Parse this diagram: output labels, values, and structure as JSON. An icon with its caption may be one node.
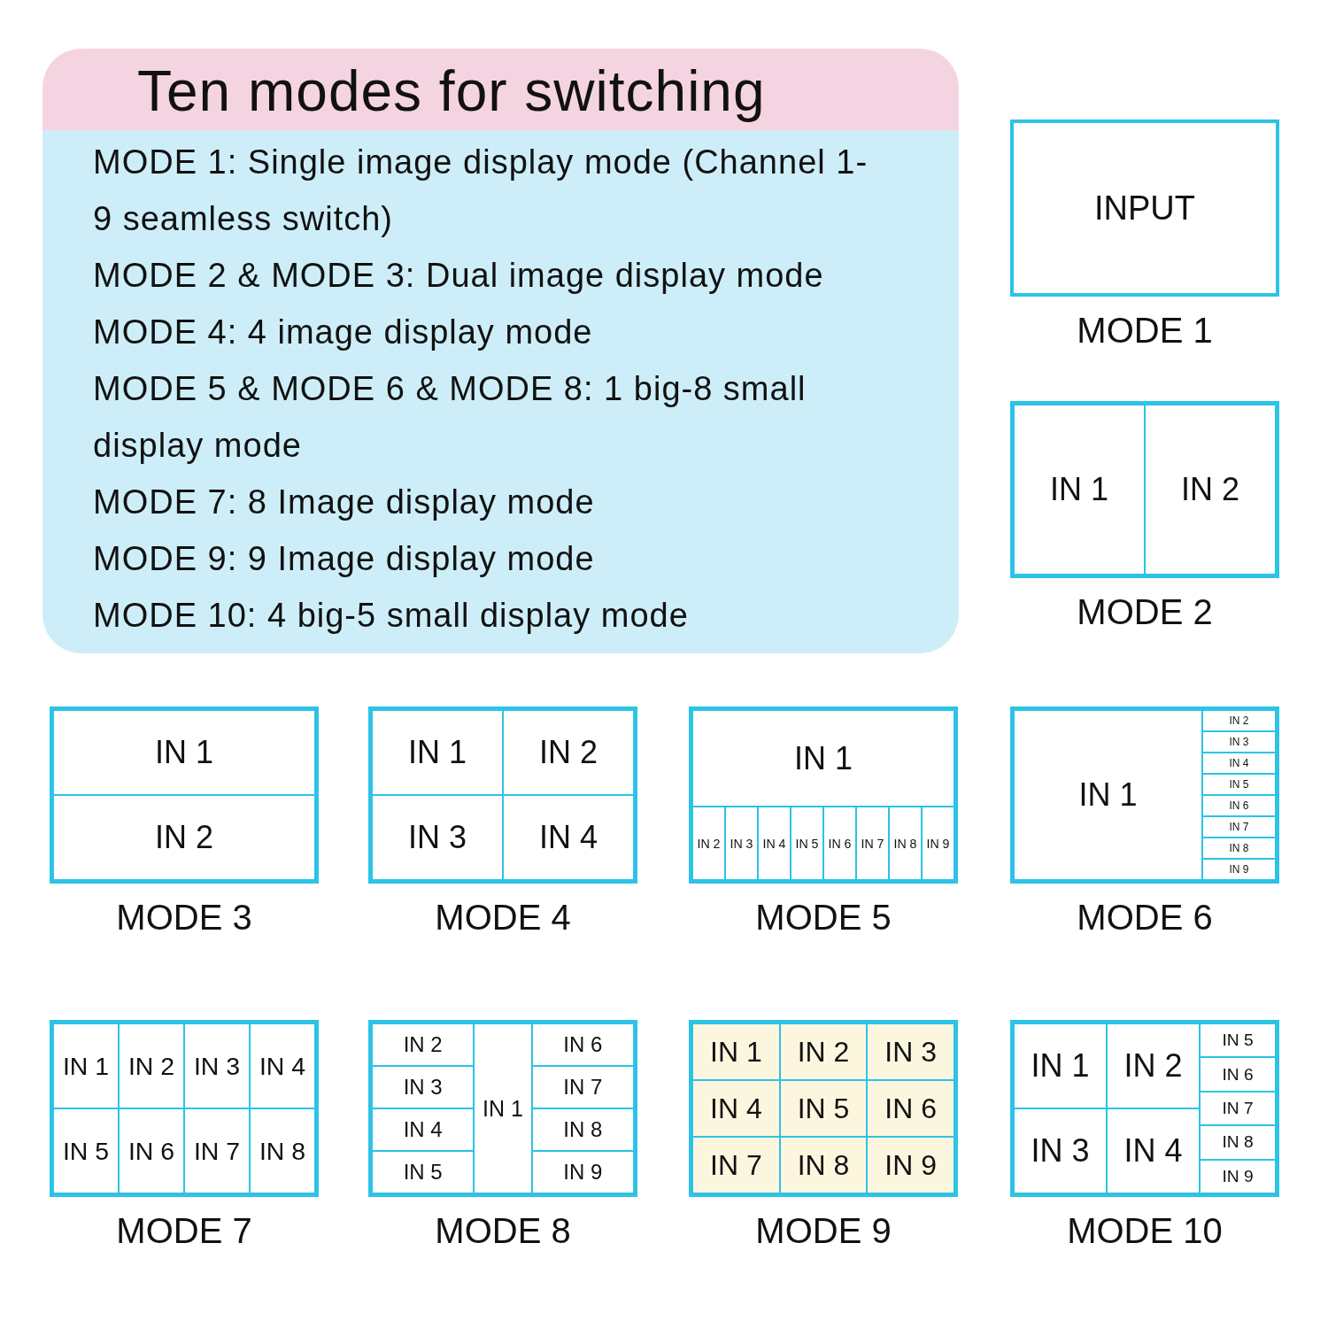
{
  "diagram": {
    "title": "Ten modes for switching",
    "nodes": [
      {
        "text": [
          "MODE 1: Single image display mode (Channel 1-9 seamless switch)",
          "MODE 2 & MODE 3: Dual image display mode",
          "MODE 4: 4 image display mode",
          "MODE 5 & MODE 6 & MODE 8: 1 big-8 small display mode",
          "MODE 7: 8 Image display mode",
          "MODE 9: 9 Image display mode",
          "MODE 10: 4 big-5 small display mode"
        ]
      },
      {
        "text": [
          "INPUT"
        ],
        "beside": [
          "MODE 1"
        ]
      },
      {
        "text": [],
        "shape": "box",
        "beside": [
          "MODE 2"
        ]
      },
      {
        "text": [
          "IN 1"
        ],
        "in": 2
      },
      {
        "text": [
          "IN 2"
        ],
        "in": 2
      },
      {
        "text": [],
        "shape": "box",
        "beside": [
          "MODE 3"
        ]
      },
      {
        "text": [
          "IN 1"
        ],
        "in": 5
      },
      {
        "text": [
          "IN 2"
        ],
        "in": 5
      },
      {
        "text": [],
        "shape": "box",
        "beside": [
          "MODE 4"
        ]
      },
      {
        "text": [
          "IN 1"
        ],
        "in": 8
      },
      {
        "text": [
          "IN 2"
        ],
        "in": 8
      },
      {
        "text": [
          "IN 3"
        ],
        "in": 8
      },
      {
        "text": [
          "IN 4"
        ],
        "in": 8
      },
      {
        "text": [],
        "shape": "box",
        "beside": [
          "MODE 5"
        ]
      },
      {
        "text": [
          "IN 1"
        ],
        "in": 13
      },
      {
        "text": [
          "IN 2"
        ],
        "in": 13
      },
      {
        "text": [
          "IN 3"
        ],
        "in": 13
      },
      {
        "text": [
          "IN 4"
        ],
        "in": 13
      },
      {
        "text": [
          "IN 5"
        ],
        "in": 13
      },
      {
        "text": [
          "IN 6"
        ],
        "in": 13
      },
      {
        "text": [
          "IN 7"
        ],
        "in": 13
      },
      {
        "text": [
          "IN 8"
        ],
        "in": 13
      },
      {
        "text": [
          "IN 9"
        ],
        "in": 13
      },
      {
        "text": [],
        "shape": "box",
        "beside": [
          "MODE 6"
        ]
      },
      {
        "text": [
          "IN 1"
        ],
        "in": 23
      },
      {
        "text": [
          "IN 2"
        ],
        "in": 23
      },
      {
        "text": [
          "IN 3"
        ],
        "in": 23
      },
      {
        "text": [
          "IN 4"
        ],
        "in": 23
      },
      {
        "text": [
          "IN 5"
        ],
        "in": 23
      },
      {
        "text": [
          "IN 6"
        ],
        "in": 23
      },
      {
        "text": [
          "IN 7"
        ],
        "in": 23
      },
      {
        "text": [
          "IN 8"
        ],
        "in": 23
      },
      {
        "text": [
          "IN 9"
        ],
        "in": 23
      },
      {
        "text": [],
        "shape": "box",
        "beside": [
          "MODE 7"
        ]
      },
      {
        "text": [
          "IN 1"
        ],
        "in": 33
      },
      {
        "text": [
          "IN 2"
        ],
        "in": 33
      },
      {
        "text": [
          "IN 3"
        ],
        "in": 33
      },
      {
        "text": [
          "IN 4"
        ],
        "in": 33
      },
      {
        "text": [
          "IN 5"
        ],
        "in": 33
      },
      {
        "text": [
          "IN 6"
        ],
        "in": 33
      },
      {
        "text": [
          "IN 7"
        ],
        "in": 33
      },
      {
        "text": [
          "IN 8"
        ],
        "in": 33
      },
      {
        "text": [],
        "shape": "box",
        "beside": [
          "MODE 8"
        ]
      },
      {
        "text": [
          "IN 2"
        ],
        "in": 42
      },
      {
        "text": [
          "IN 3"
        ],
        "in": 42
      },
      {
        "text": [
          "IN 4"
        ],
        "in": 42
      },
      {
        "text": [
          "IN 5"
        ],
        "in": 42
      },
      {
        "text": [
          "IN 1"
        ],
        "in": 42
      },
      {
        "text": [
          "IN 6"
        ],
        "in": 42
      },
      {
        "text": [
          "IN 7"
        ],
        "in": 42
      },
      {
        "text": [
          "IN 8"
        ],
        "in": 42
      },
      {
        "text": [
          "IN 9"
        ],
        "in": 42
      },
      {
        "text": [],
        "shape": "box",
        "beside": [
          "MODE 9"
        ]
      },
      {
        "text": [
          "IN 1"
        ],
        "in": 52
      },
      {
        "text": [
          "IN 2"
        ],
        "in": 52
      },
      {
        "text": [
          "IN 3"
        ],
        "in": 52
      },
      {
        "text": [
          "IN 4"
        ],
        "in": 52
      },
      {
        "text": [
          "IN 5"
        ],
        "in": 52
      },
      {
        "text": [
          "IN 6"
        ],
        "in": 52
      },
      {
        "text": [
          "IN 7"
        ],
        "in": 52
      },
      {
        "text": [
          "IN 8"
        ],
        "in": 52
      },
      {
        "text": [
          "IN 9"
        ],
        "in": 52
      },
      {
        "text": [],
        "shape": "box",
        "beside": [
          "MODE 10"
        ]
      },
      {
        "text": [
          "IN 1"
        ],
        "in": 62
      },
      {
        "text": [
          "IN 2"
        ],
        "in": 62
      },
      {
        "text": [
          "IN 3"
        ],
        "in": 62
      },
      {
        "text": [
          "IN 4"
        ],
        "in": 62
      },
      {
        "text": [
          "IN 5"
        ],
        "in": 62
      },
      {
        "text": [
          "IN 6"
        ],
        "in": 62
      },
      {
        "text": [
          "IN 7"
        ],
        "in": 62
      },
      {
        "text": [
          "IN 8"
        ],
        "in": 62
      },
      {
        "text": [
          "IN 9"
        ],
        "in": 62
      }
    ]
  }
}
